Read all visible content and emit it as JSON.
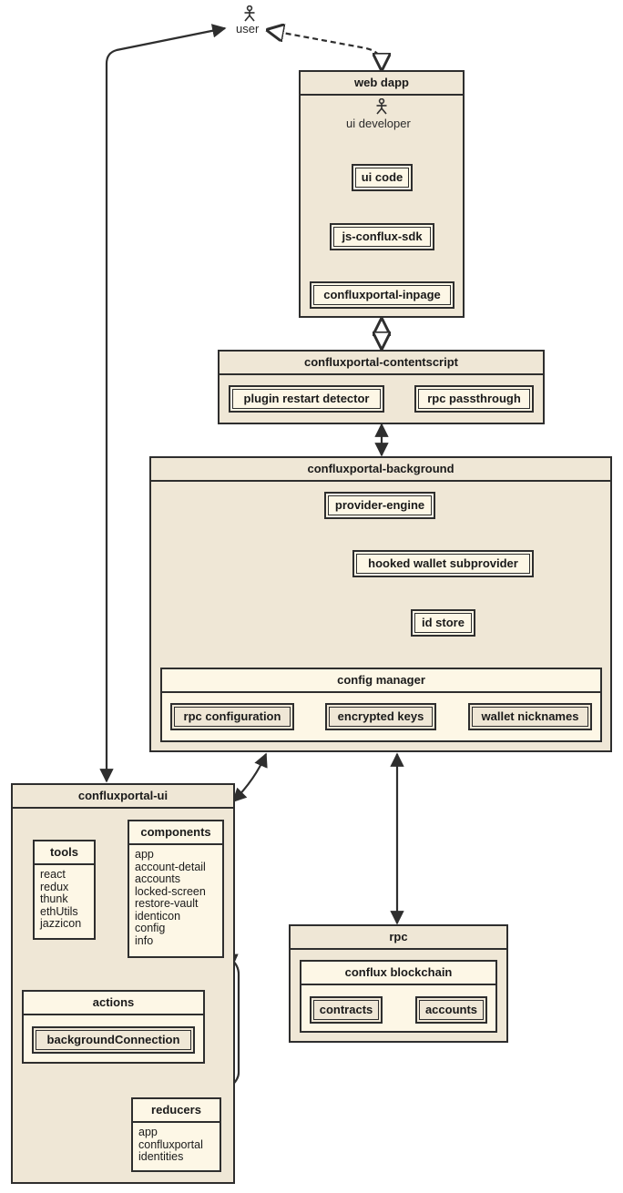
{
  "actors": {
    "user": "user",
    "ui_developer": "ui developer"
  },
  "web_dapp": {
    "title": "web dapp",
    "ui_code": "ui code",
    "sdk": "js-conflux-sdk",
    "inpage": "confluxportal-inpage"
  },
  "contentscript": {
    "title": "confluxportal-contentscript",
    "restart_detector": "plugin restart detector",
    "rpc_passthrough": "rpc passthrough"
  },
  "background": {
    "title": "confluxportal-background",
    "provider_engine": "provider-engine",
    "hooked_wallet": "hooked wallet subprovider",
    "id_store": "id store",
    "config_manager": {
      "title": "config manager",
      "items": [
        "rpc configuration",
        "encrypted keys",
        "wallet nicknames"
      ]
    }
  },
  "ui": {
    "title": "confluxportal-ui",
    "tools": {
      "title": "tools",
      "items": [
        "react",
        "redux",
        "thunk",
        "ethUtils",
        "jazzicon"
      ]
    },
    "components": {
      "title": "components",
      "items": [
        "app",
        "account-detail",
        "accounts",
        "locked-screen",
        "restore-vault",
        "identicon",
        "config",
        "info"
      ]
    },
    "actions": {
      "title": "actions",
      "background_connection": "backgroundConnection"
    },
    "reducers": {
      "title": "reducers",
      "items": [
        "app",
        "confluxportal",
        "identities"
      ]
    }
  },
  "rpc": {
    "title": "rpc",
    "blockchain": {
      "title": "conflux blockchain",
      "items": [
        "contracts",
        "accounts"
      ]
    }
  }
}
